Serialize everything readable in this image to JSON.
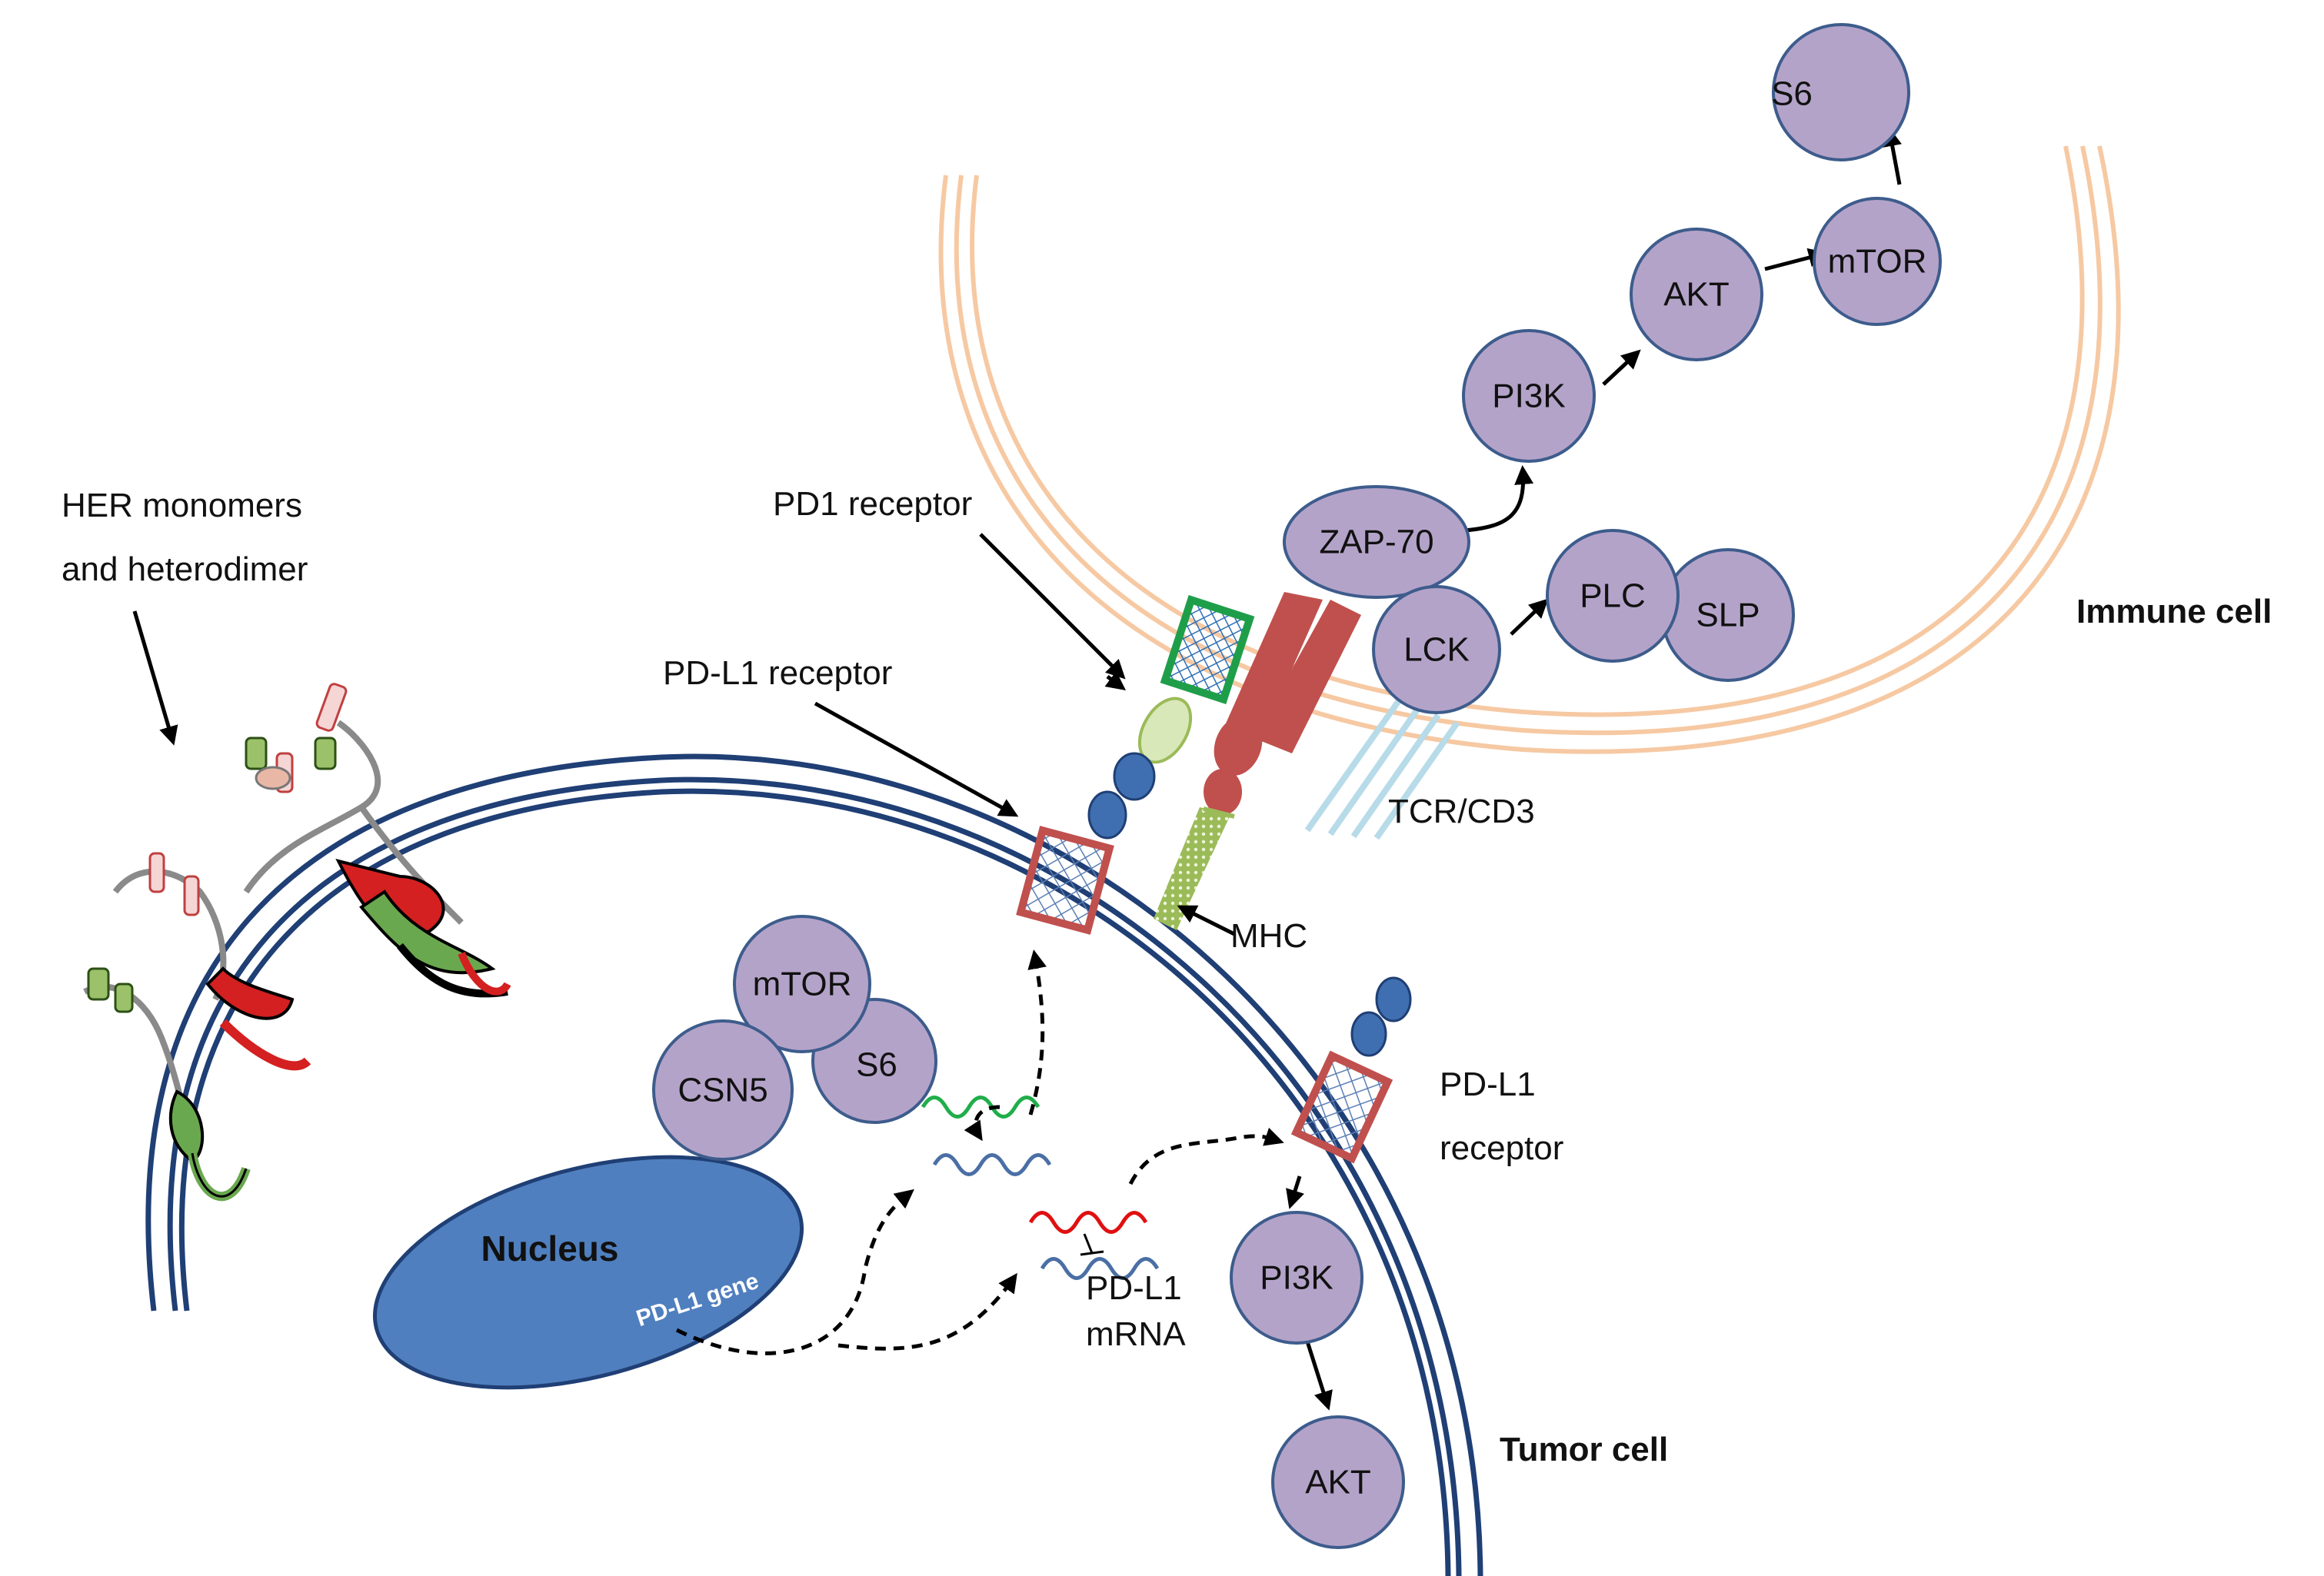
{
  "immune_pathway": {
    "s6": "S6",
    "mtor": "mTOR",
    "akt": "AKT",
    "pi3k": "PI3K",
    "zap70": "ZAP-70",
    "lck": "LCK",
    "plc": "PLC",
    "slp": "SLP"
  },
  "tumor_pathway": {
    "mtor": "mTOR",
    "s6": "S6",
    "csn5": "CSN5",
    "pi3k": "PI3K",
    "akt": "AKT"
  },
  "labels": {
    "her_line1": "HER monomers",
    "her_line2": "and heterodimer",
    "pd1_receptor": "PD1 receptor",
    "pdl1_receptor_top": "PD-L1 receptor",
    "tcr_cd3": "TCR/CD3",
    "mhc": "MHC",
    "pdl1_receptor_right_line1": "PD-L1",
    "pdl1_receptor_right_line2": "receptor",
    "pdl1_mrna_line1": "PD-L1",
    "pdl1_mrna_line2": "mRNA",
    "immune_cell": "Immune cell",
    "tumor_cell": "Tumor cell",
    "nucleus": "Nucleus",
    "pdl1_gene": "PD-L1 gene"
  },
  "colors": {
    "node_fill": "#b4a3c9",
    "node_stroke": "#3d5c8c",
    "tumor_membrane": "#1f3f75",
    "immune_membrane": "#f6c9a3",
    "nucleus_fill": "#4f7fbe",
    "receptor_red": "#c0504d",
    "pd1_green": "#1f9e4a",
    "mhc_green": "#9bbb59"
  }
}
